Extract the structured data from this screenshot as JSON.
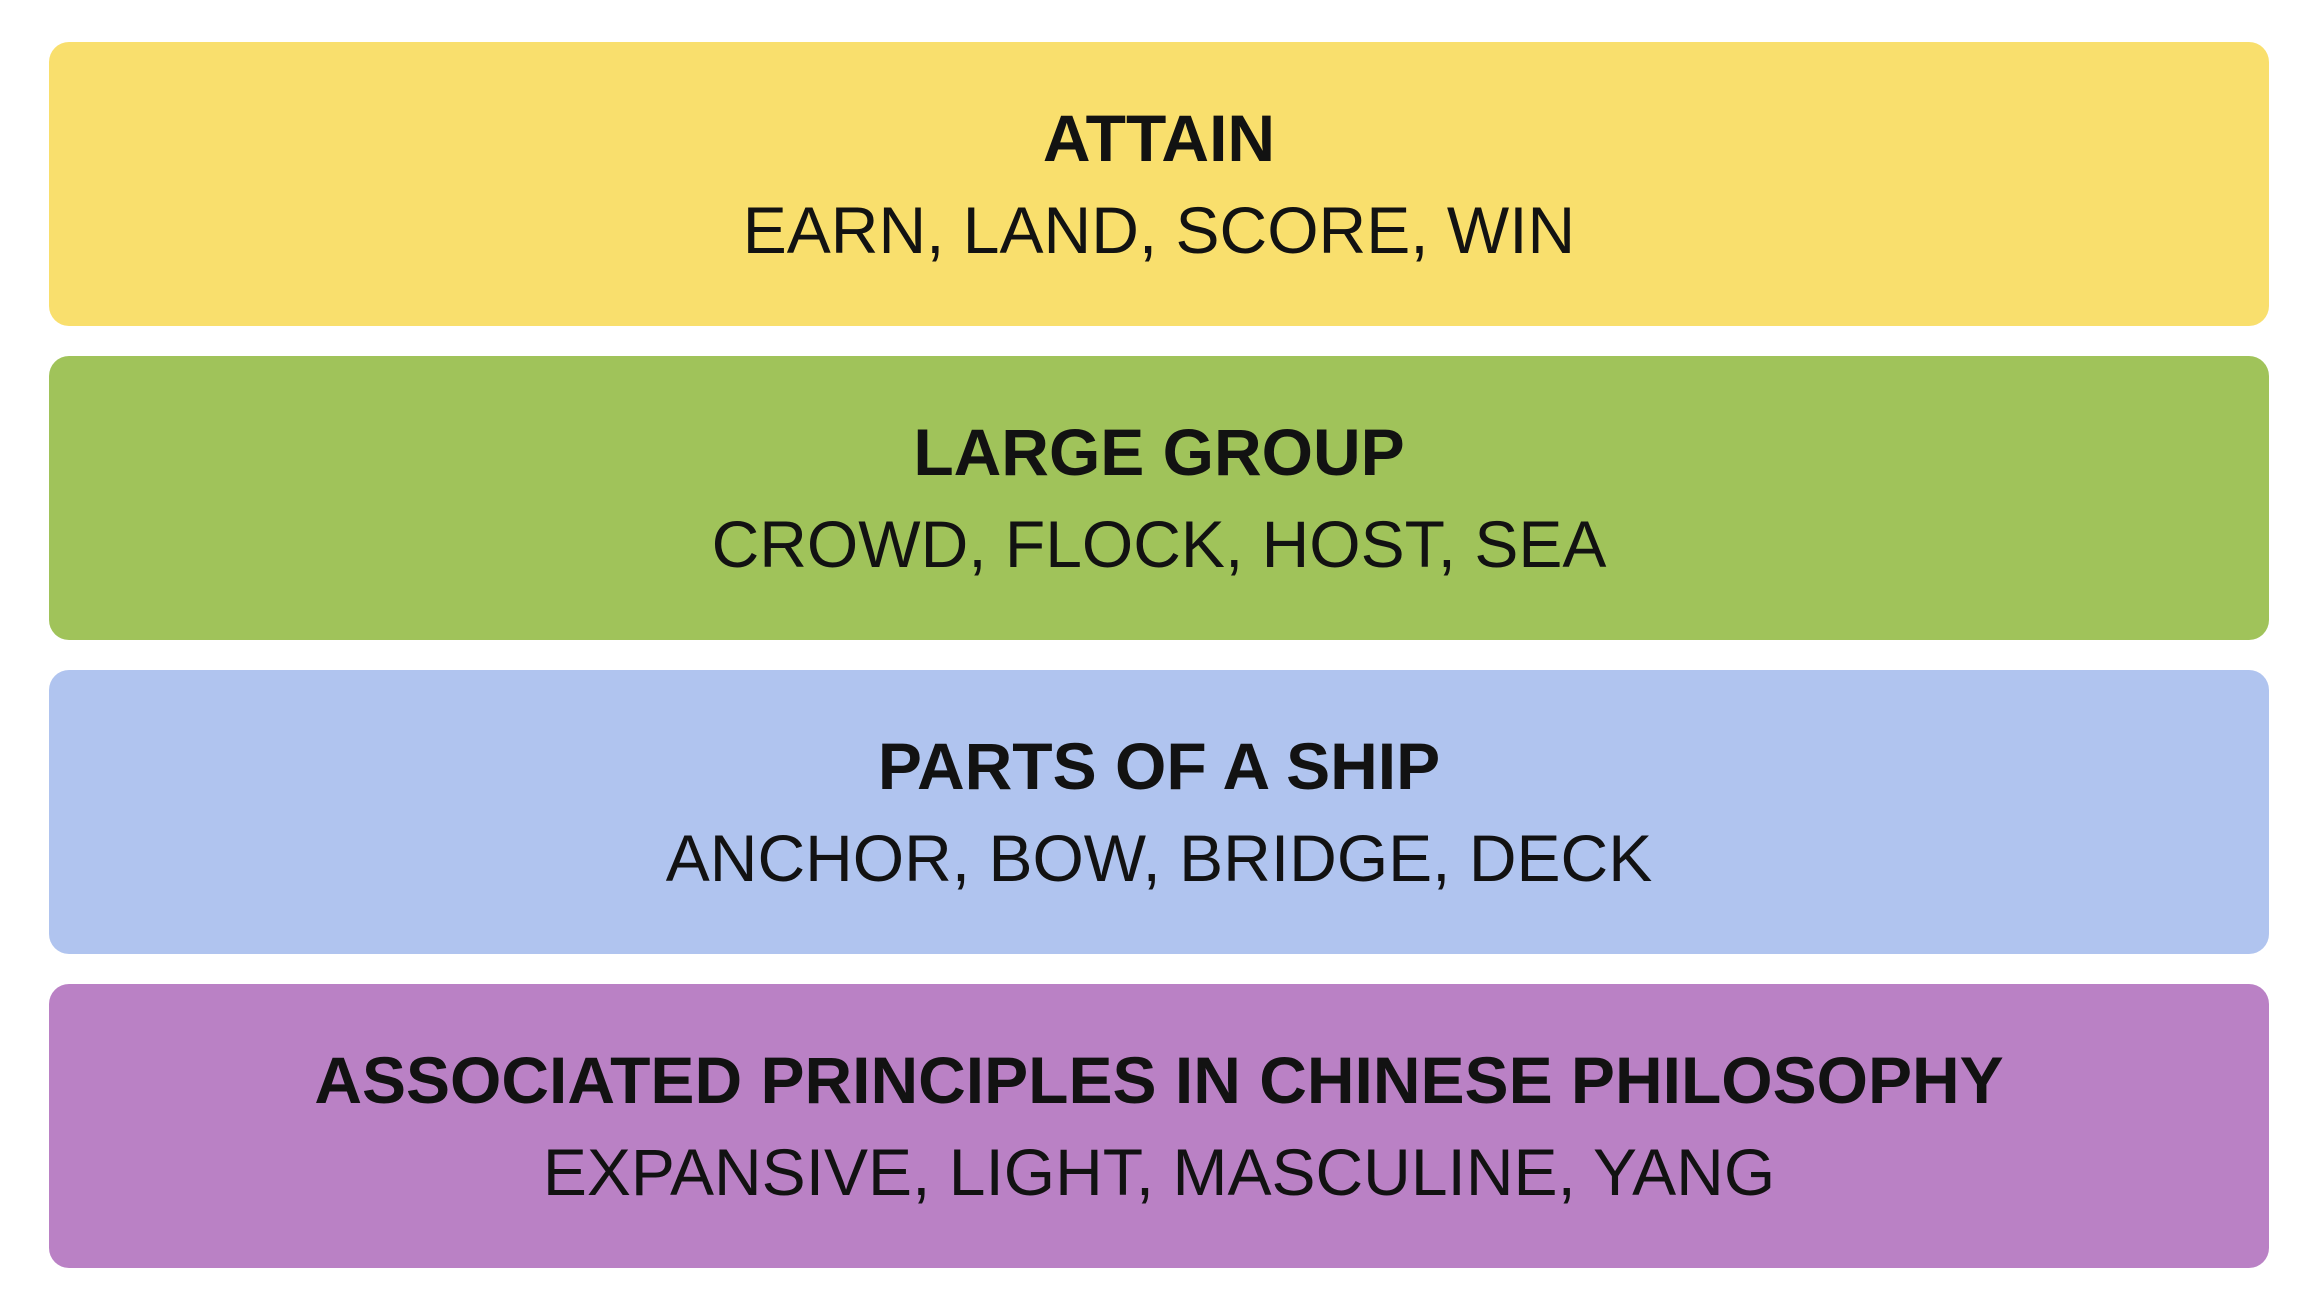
{
  "groups": [
    {
      "title": "ATTAIN",
      "members": "EARN, LAND, SCORE, WIN",
      "color": "#f9df6d"
    },
    {
      "title": "LARGE GROUP",
      "members": "CROWD, FLOCK, HOST, SEA",
      "color": "#a0c35a"
    },
    {
      "title": "PARTS OF A SHIP",
      "members": "ANCHOR, BOW, BRIDGE, DECK",
      "color": "#b0c4ef"
    },
    {
      "title": "ASSOCIATED PRINCIPLES IN CHINESE PHILOSOPHY",
      "members": "EXPANSIVE, LIGHT, MASCULINE, YANG",
      "color": "#ba81c5"
    }
  ]
}
